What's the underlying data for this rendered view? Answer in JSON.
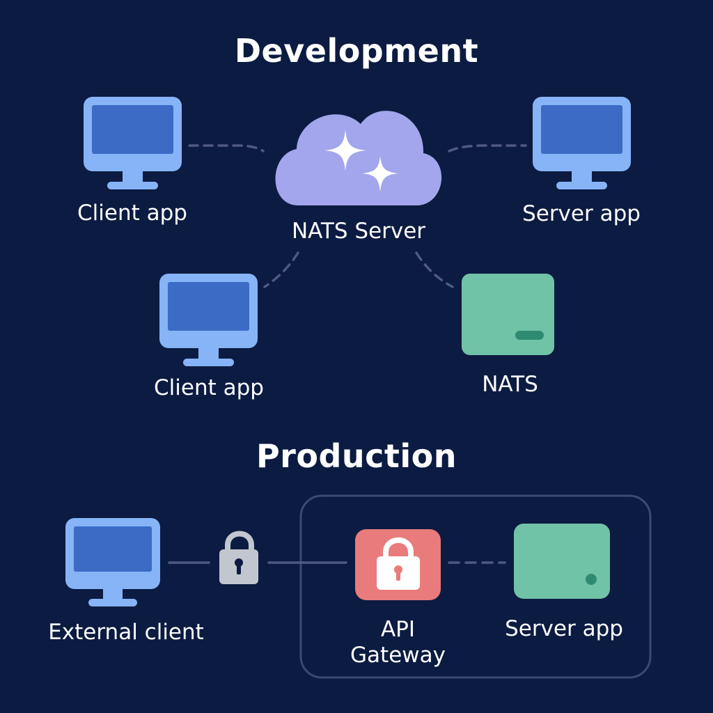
{
  "development": {
    "title": "Development",
    "nodes": [
      {
        "id": "client-app-top",
        "label": "Client app",
        "kind": "monitor"
      },
      {
        "id": "nats-server",
        "label": "NATS Server",
        "kind": "cloud"
      },
      {
        "id": "server-app-top",
        "label": "Server app",
        "kind": "monitor"
      },
      {
        "id": "client-app-bottom",
        "label": "Client app",
        "kind": "monitor"
      },
      {
        "id": "nats",
        "label": "NATS",
        "kind": "server-box"
      }
    ]
  },
  "production": {
    "title": "Production",
    "nodes": [
      {
        "id": "external-client",
        "label": "External client",
        "kind": "monitor"
      },
      {
        "id": "lock",
        "label": "",
        "kind": "lock"
      },
      {
        "id": "api-gateway",
        "label_line1": "API",
        "label_line2": "Gateway",
        "kind": "gateway"
      },
      {
        "id": "server-app-prod",
        "label": "Server app",
        "kind": "server-box"
      }
    ]
  },
  "colors": {
    "background": "#0c1b41",
    "monitor_frame": "#86b4f7",
    "monitor_screen": "#3b6bc5",
    "cloud": "#a3a6ec",
    "server_box": "#70c3a7",
    "server_indicator": "#2f8a72",
    "gateway": "#ea7b7c",
    "lock_grey": "#c2c6cf",
    "connector": "#4e5a82",
    "group_border": "#3b4a75"
  }
}
